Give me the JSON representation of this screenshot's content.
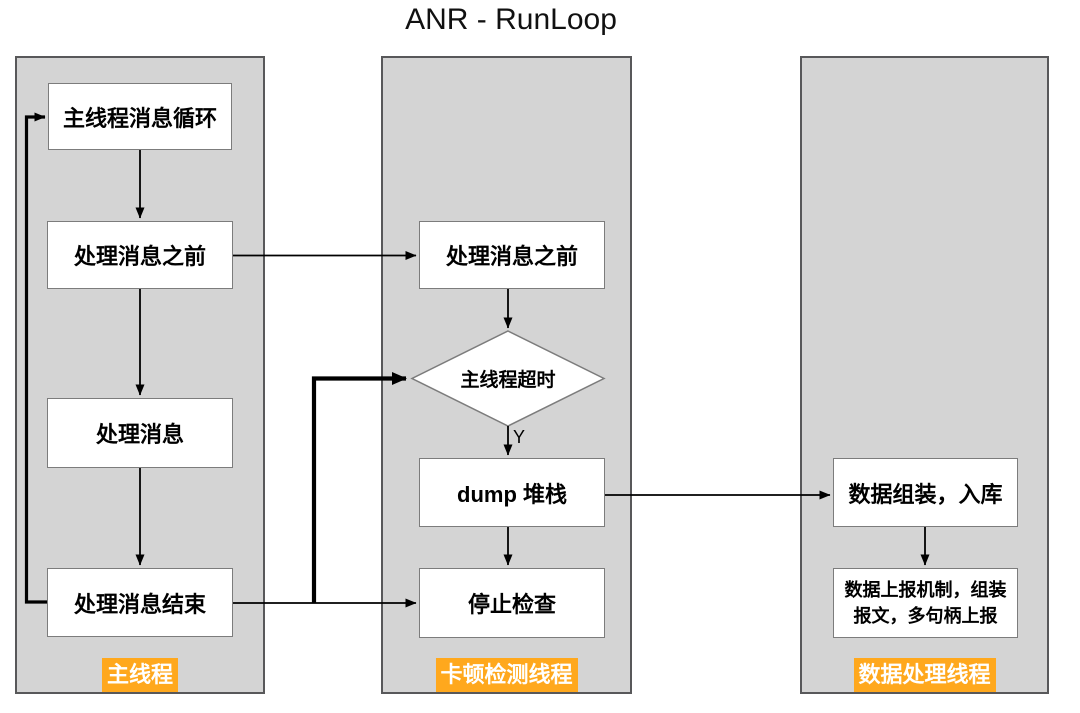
{
  "title": "ANR - RunLoop",
  "colors": {
    "lane_fill": "#D4D4D4",
    "lane_border": "#58585A",
    "node_fill": "#FFFFFF",
    "node_border": "#7C7C7C",
    "label_bg": "#FFA81D",
    "label_text": "#FFFFFF",
    "arrow": "#000000"
  },
  "lanes": [
    {
      "label": "主线程",
      "nodes": [
        {
          "id": "main-msg-loop",
          "shape": "rect",
          "label": "主线程消息循环"
        },
        {
          "id": "before-msg-main",
          "shape": "rect",
          "label": "处理消息之前"
        },
        {
          "id": "process-msg",
          "shape": "rect",
          "label": "处理消息"
        },
        {
          "id": "end-msg",
          "shape": "rect",
          "label": "处理消息结束"
        }
      ]
    },
    {
      "label": "卡顿检测线程",
      "nodes": [
        {
          "id": "before-msg-watchdog",
          "shape": "rect",
          "label": "处理消息之前"
        },
        {
          "id": "main-thread-timeout",
          "shape": "diamond",
          "label": "主线程超时"
        },
        {
          "id": "dump-stack",
          "shape": "rect",
          "label": "dump 堆栈"
        },
        {
          "id": "stop-check",
          "shape": "rect",
          "label": "停止检查"
        }
      ]
    },
    {
      "label": "数据处理线程",
      "nodes": [
        {
          "id": "assemble-store",
          "shape": "rect",
          "label": "数据组装，入库"
        },
        {
          "id": "report",
          "shape": "rect",
          "label": "数据上报机制，组装\n报文，多句柄上报"
        }
      ]
    }
  ],
  "branch_labels": {
    "timeout_yes": "Y"
  },
  "edges": [
    {
      "from": "main-msg-loop",
      "to": "before-msg-main",
      "style": "thin"
    },
    {
      "from": "before-msg-main",
      "to": "process-msg",
      "style": "thin"
    },
    {
      "from": "process-msg",
      "to": "end-msg",
      "style": "thin"
    },
    {
      "from": "end-msg",
      "to": "main-msg-loop",
      "style": "thick-loop"
    },
    {
      "from": "before-msg-main",
      "to": "before-msg-watchdog",
      "style": "thin"
    },
    {
      "from": "before-msg-watchdog",
      "to": "main-thread-timeout",
      "style": "thin"
    },
    {
      "from": "main-thread-timeout",
      "to": "dump-stack",
      "style": "thin",
      "label": "Y"
    },
    {
      "from": "dump-stack",
      "to": "stop-check",
      "style": "thin"
    },
    {
      "from": "end-msg",
      "to": "stop-check",
      "style": "thin"
    },
    {
      "from": "end-msg",
      "to": "main-thread-timeout",
      "style": "thick"
    },
    {
      "from": "dump-stack",
      "to": "assemble-store",
      "style": "thin"
    },
    {
      "from": "assemble-store",
      "to": "report",
      "style": "thin"
    }
  ]
}
